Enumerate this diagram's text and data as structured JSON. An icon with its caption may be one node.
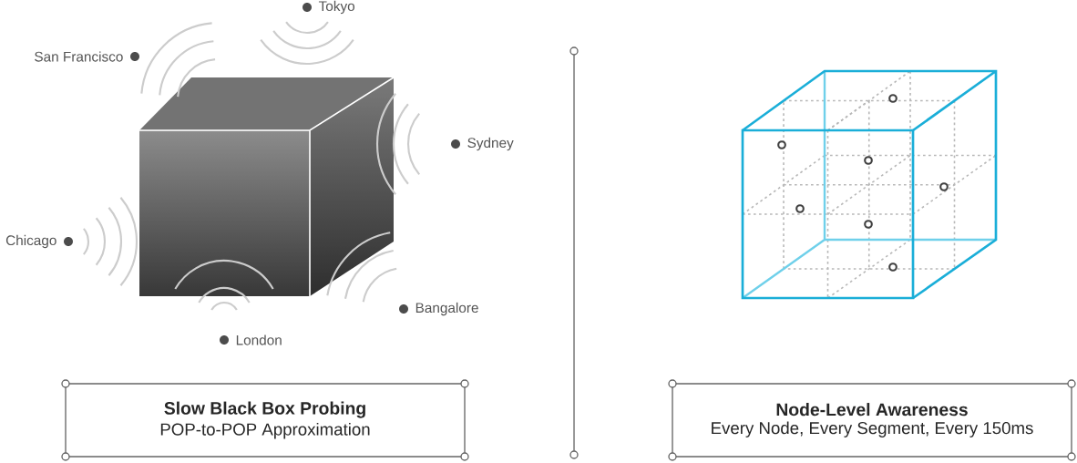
{
  "diagram": {
    "nodes": [
      {
        "text": [
          "Slow Black Box Probing",
          "POP-to-POP Approximation"
        ]
      },
      {
        "text": [
          "Node-Level Awareness",
          "Every Node, Every Segment, Every 150ms"
        ]
      }
    ],
    "edges": [],
    "labels": [
      "Tokyo",
      "San Francisco",
      "Sydney",
      "Chicago",
      "Bangalore",
      "London"
    ]
  }
}
